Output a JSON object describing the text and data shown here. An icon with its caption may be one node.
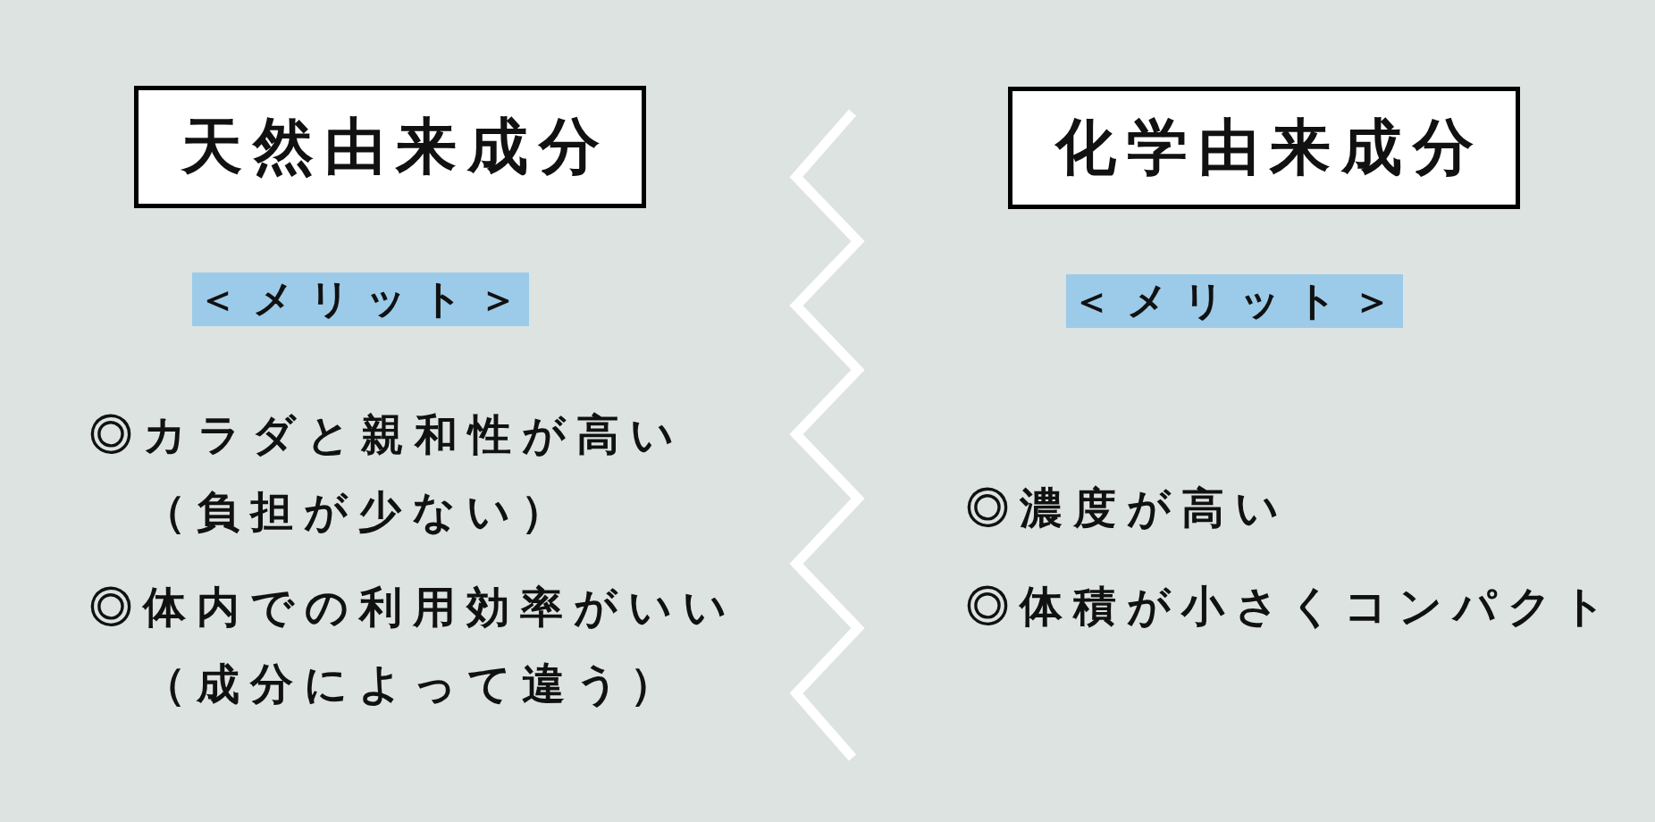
{
  "diagram": {
    "nodes": [
      {
        "text": [
          "天然由来成分"
        ]
      },
      {
        "text": [
          "＜メリット＞"
        ]
      },
      {
        "text": [
          "化学由来成分"
        ]
      },
      {
        "text": [
          "＜メリット＞"
        ]
      }
    ],
    "labels": [
      "◎カラダと親和性が高い（負担が少ない）",
      "◎体内での利用効率がいい（成分によって違う）",
      "◎濃度が高い",
      "◎体積が小さくコンパクト"
    ]
  }
}
